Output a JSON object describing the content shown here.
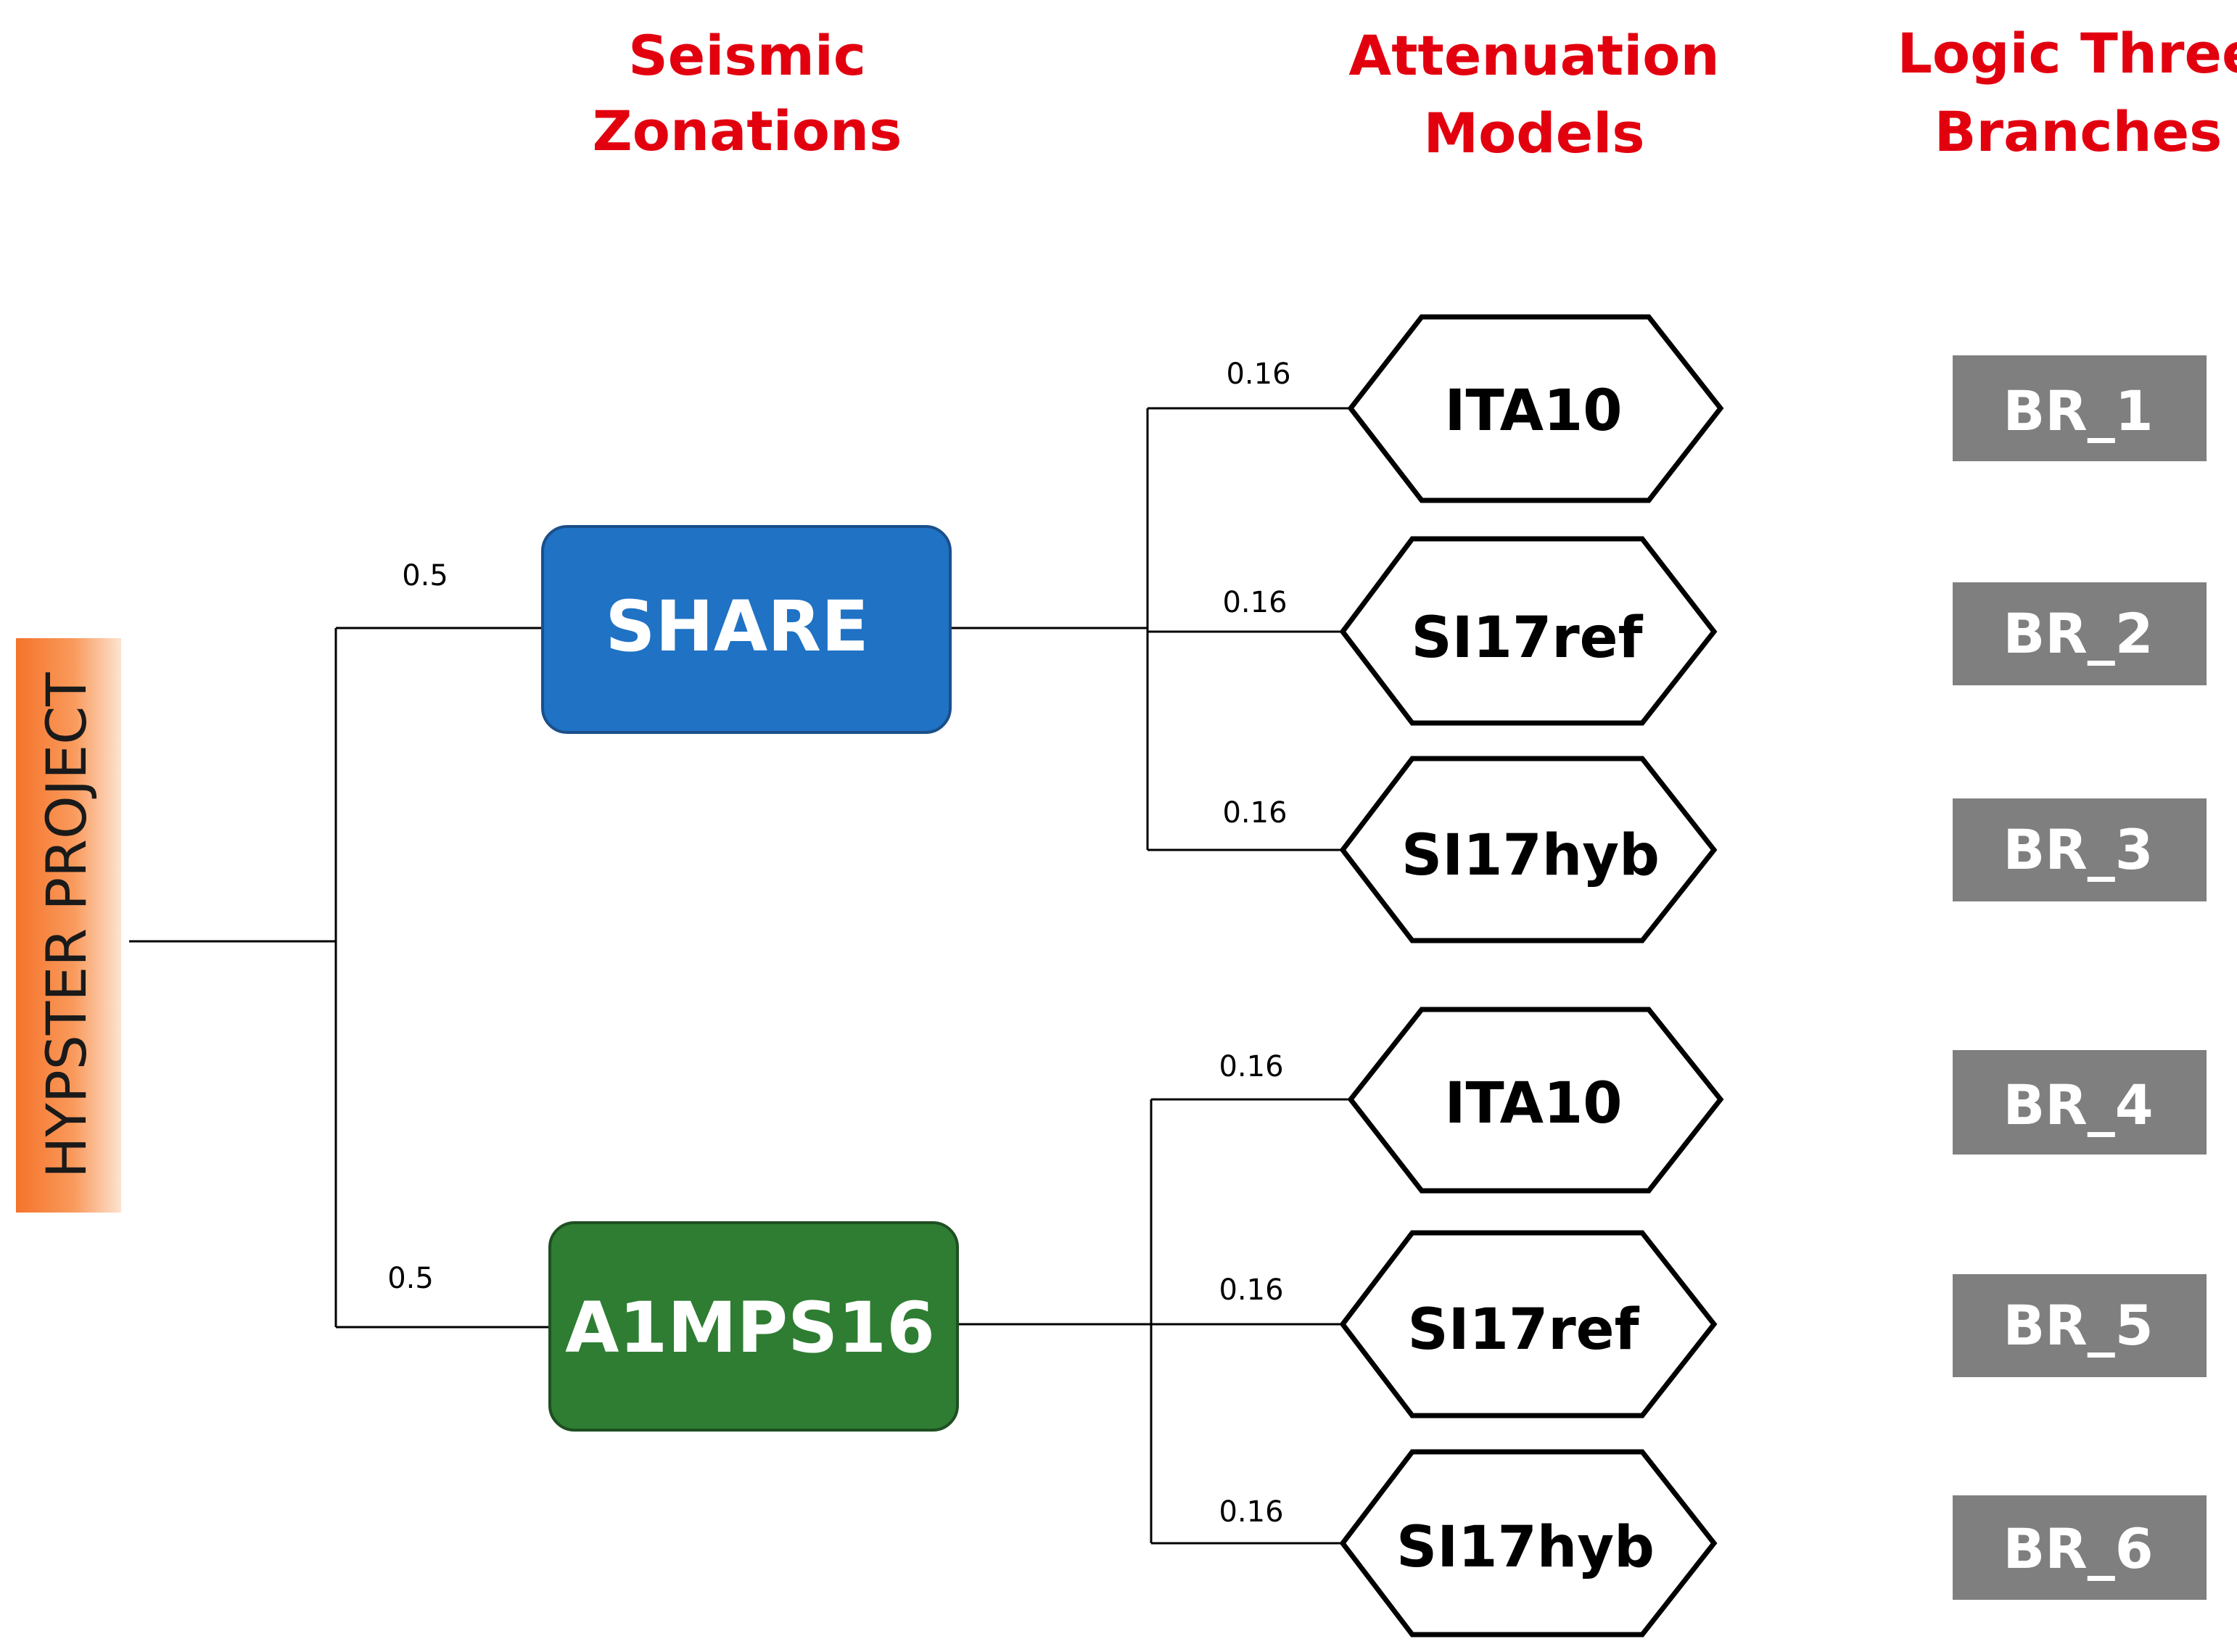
{
  "headers": {
    "zonations": [
      "Seismic",
      "Zonations"
    ],
    "attenuation": [
      "Attenuation",
      "Models"
    ],
    "branches": [
      "Logic Three",
      "Branches"
    ]
  },
  "root": {
    "label": "HYPSTER PROJECT"
  },
  "zonations": [
    {
      "label": "SHARE",
      "weight": "0.5",
      "color": "#1f72c4"
    },
    {
      "label": "A1MPS16",
      "weight": "0.5",
      "color": "#2e7d32"
    }
  ],
  "models": [
    {
      "label": "ITA10",
      "weight": "0.16"
    },
    {
      "label": "SI17ref",
      "weight": "0.16"
    },
    {
      "label": "SI17hyb",
      "weight": "0.16"
    },
    {
      "label": "ITA10",
      "weight": "0.16"
    },
    {
      "label": "SI17ref",
      "weight": "0.16"
    },
    {
      "label": "SI17hyb",
      "weight": "0.16"
    }
  ],
  "branches": [
    "BR_1",
    "BR_2",
    "BR_3",
    "BR_4",
    "BR_5",
    "BR_6"
  ],
  "colors": {
    "header_red": "#e2000f",
    "root_orange": "#f5732a",
    "branch_gray": "#7f7f7f",
    "line": "#000000"
  }
}
